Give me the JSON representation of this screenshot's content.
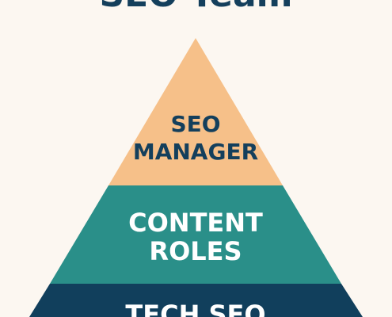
{
  "title": "SEO Team",
  "colors": {
    "background": "#fcf7f1",
    "title": "#143f5c",
    "tier_top": "#f6c089",
    "tier_middle": "#2a8f89",
    "tier_bottom": "#113f5c",
    "text_dark": "#143f5c",
    "text_light": "#ffffff"
  },
  "tiers": [
    {
      "name": "top",
      "line1": "SEO",
      "line2": "MANAGER"
    },
    {
      "name": "middle",
      "line1": "CONTENT",
      "line2": "ROLES"
    },
    {
      "name": "bottom",
      "line1": "TECH SEO"
    }
  ]
}
